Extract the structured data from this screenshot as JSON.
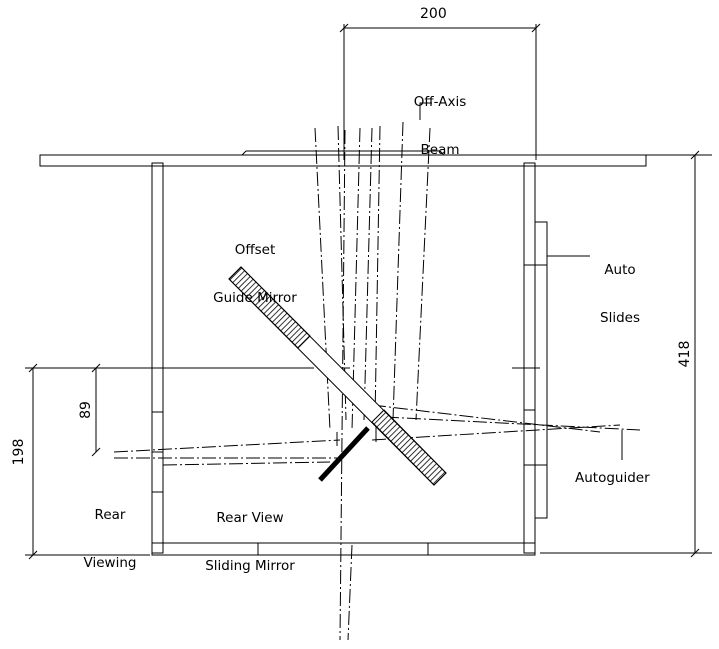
{
  "labels": {
    "dim_200": "200",
    "dim_418": "418",
    "dim_198": "198",
    "dim_89": "89",
    "off_axis_beam_1": "Off-Axis",
    "off_axis_beam_2": "Beam",
    "offset_guide_mirror_1": "Offset",
    "offset_guide_mirror_2": "Guide Mirror",
    "auto_slides_1": "Auto",
    "auto_slides_2": "Slides",
    "rear_viewing_1": "Rear",
    "rear_viewing_2": "Viewing",
    "rear_view_sliding_mirror_1": "Rear View",
    "rear_view_sliding_mirror_2": "Sliding Mirror",
    "autoguider": "Autoguider"
  }
}
